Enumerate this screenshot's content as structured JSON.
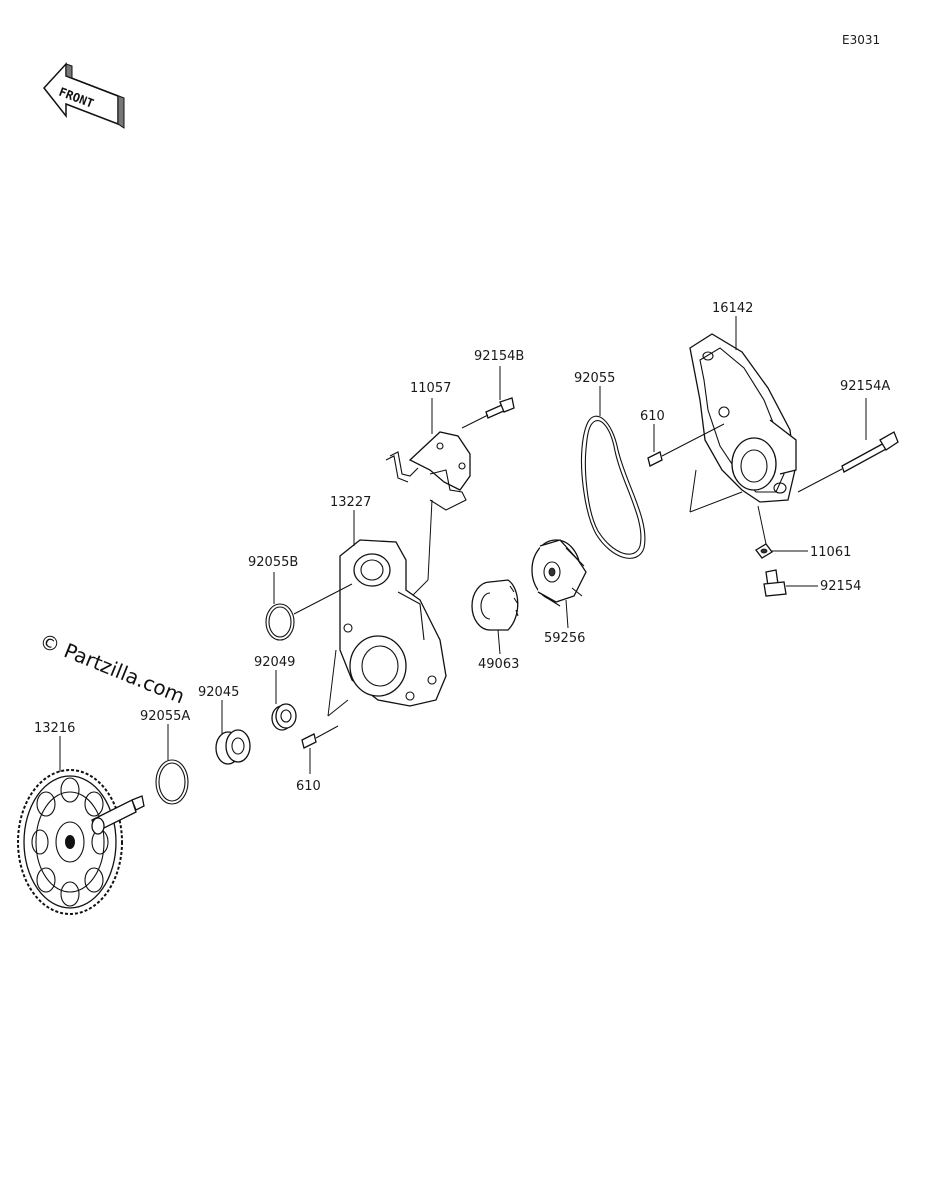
{
  "diagram": {
    "code": "E3031",
    "front_label": "FRONT",
    "watermark": "© Partzilla.com",
    "parts": [
      {
        "id": "16142",
        "label": "16142"
      },
      {
        "id": "92154A",
        "label": "92154A"
      },
      {
        "id": "92154B",
        "label": "92154B"
      },
      {
        "id": "92055",
        "label": "92055"
      },
      {
        "id": "610_top",
        "label": "610"
      },
      {
        "id": "11057",
        "label": "11057"
      },
      {
        "id": "13227",
        "label": "13227"
      },
      {
        "id": "11061",
        "label": "11061"
      },
      {
        "id": "92154",
        "label": "92154"
      },
      {
        "id": "92055B",
        "label": "92055B"
      },
      {
        "id": "59256",
        "label": "59256"
      },
      {
        "id": "49063",
        "label": "49063"
      },
      {
        "id": "92049",
        "label": "92049"
      },
      {
        "id": "92045",
        "label": "92045"
      },
      {
        "id": "92055A",
        "label": "92055A"
      },
      {
        "id": "13216",
        "label": "13216"
      },
      {
        "id": "610_bottom",
        "label": "610"
      }
    ]
  }
}
